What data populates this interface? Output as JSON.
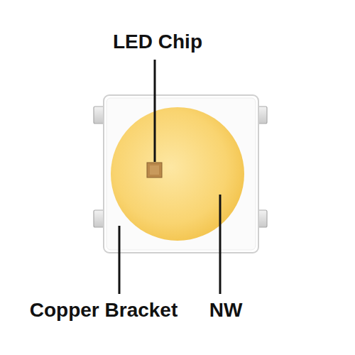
{
  "diagram": {
    "labels": [
      "LED Chip",
      "Copper Bracket",
      "NW"
    ]
  }
}
